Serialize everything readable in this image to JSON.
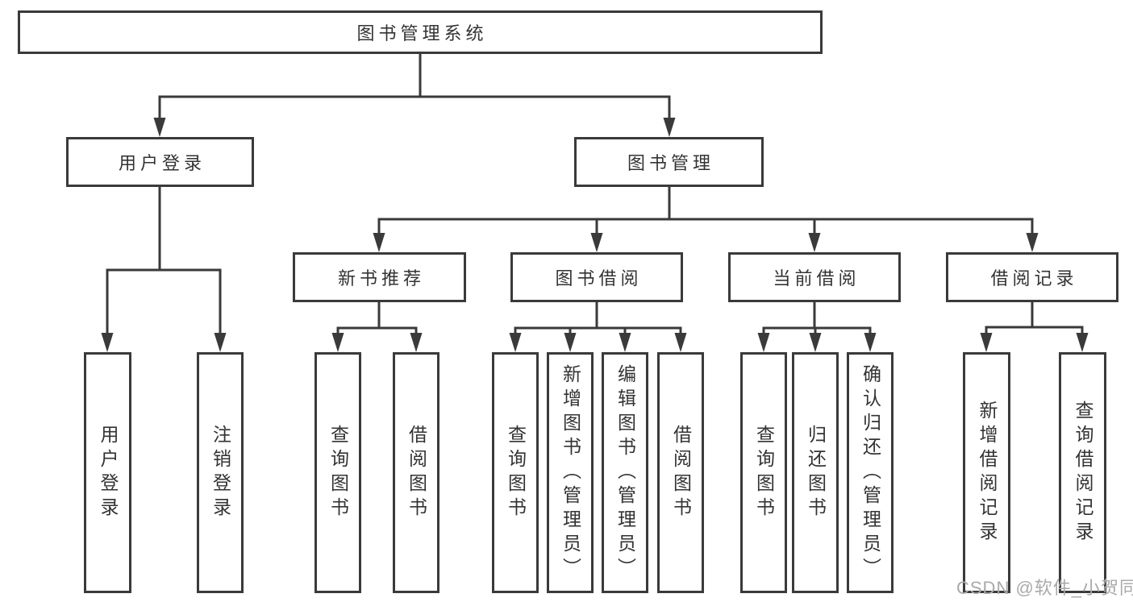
{
  "diagram": {
    "root": {
      "label": "图书管理系统"
    },
    "level2": [
      {
        "label": "用户登录"
      },
      {
        "label": "图书管理"
      }
    ],
    "level3": [
      {
        "label": "新书推荐",
        "parent": "图书管理"
      },
      {
        "label": "图书借阅",
        "parent": "图书管理"
      },
      {
        "label": "当前借阅",
        "parent": "图书管理"
      },
      {
        "label": "借阅记录",
        "parent": "图书管理"
      }
    ],
    "leaves": [
      {
        "label": "用户登录",
        "parent": "用户登录"
      },
      {
        "label": "注销登录",
        "parent": "用户登录"
      },
      {
        "label": "查询图书",
        "parent": "新书推荐"
      },
      {
        "label": "借阅图书",
        "parent": "新书推荐"
      },
      {
        "label": "查询图书",
        "parent": "图书借阅"
      },
      {
        "label": "新增图书（管理员）",
        "parent": "图书借阅"
      },
      {
        "label": "编辑图书（管理员）",
        "parent": "图书借阅"
      },
      {
        "label": "借阅图书",
        "parent": "图书借阅"
      },
      {
        "label": "查询图书",
        "parent": "当前借阅"
      },
      {
        "label": "归还图书",
        "parent": "当前借阅"
      },
      {
        "label": "确认归还（管理员）",
        "parent": "当前借阅"
      },
      {
        "label": "新增借阅记录",
        "parent": "借阅记录"
      },
      {
        "label": "查询借阅记录",
        "parent": "借阅记录"
      }
    ],
    "colors": {
      "line": "#3a3a3a",
      "text": "#333333",
      "background": "#ffffff",
      "watermark": "#a9a9a9"
    }
  },
  "watermark": {
    "text": "CSDN @软件_小贺同学"
  }
}
